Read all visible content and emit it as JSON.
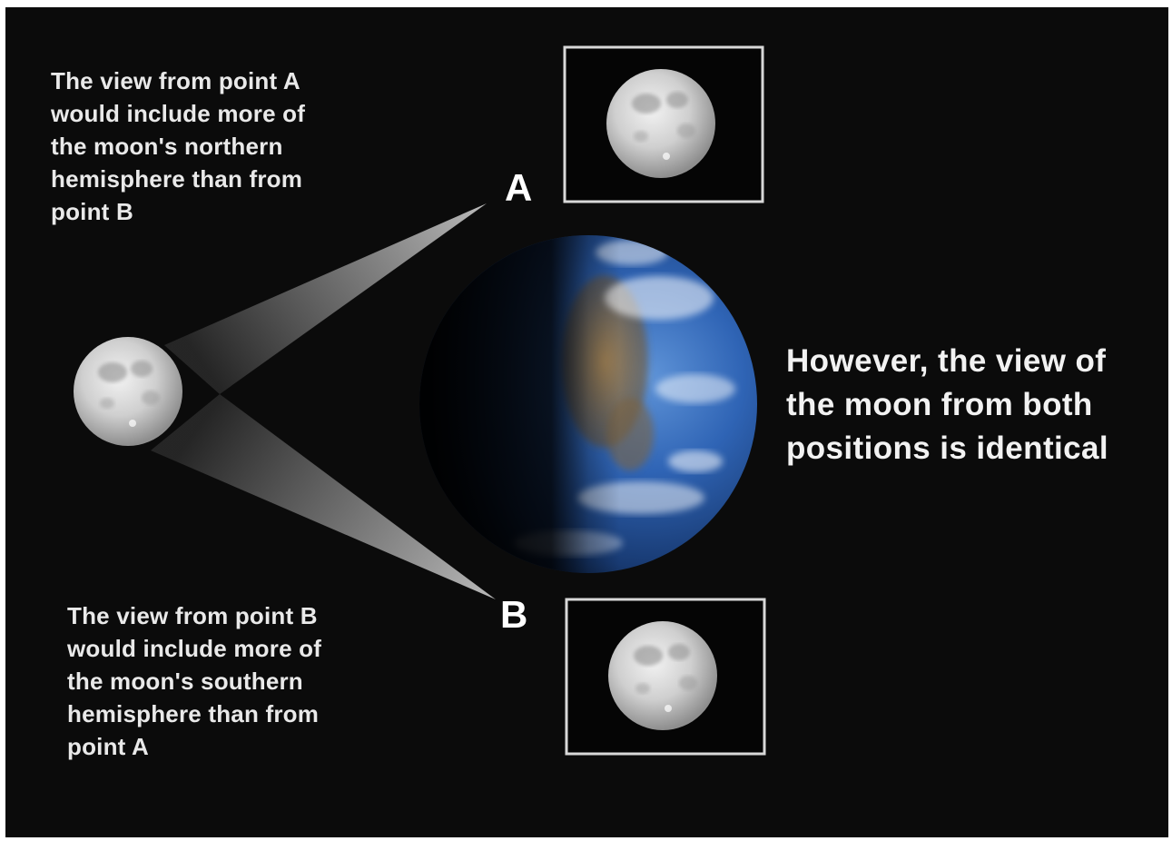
{
  "captions": {
    "point_a": [
      "The view from point A",
      "would include more of",
      "the moon's northern",
      "hemisphere than from",
      "point B"
    ],
    "point_b": [
      "The view from point B",
      "would include more of",
      "the moon's southern",
      "hemisphere than from",
      "point A"
    ],
    "conclusion": [
      "However, the view of",
      "the moon from both",
      "positions is identical"
    ]
  },
  "labels": {
    "a": "A",
    "b": "B"
  },
  "colors": {
    "background": "#0b0b0b",
    "text": "#e9e9e9",
    "frame_border": "#d8d8d8",
    "moon": "#cfcfcf",
    "earth_ocean": "#2f64b5",
    "earth_land": "#8a6f45"
  },
  "illustrations": [
    "moon",
    "earth",
    "moon-view-a",
    "moon-view-b",
    "sight-cone-a",
    "sight-cone-b"
  ]
}
